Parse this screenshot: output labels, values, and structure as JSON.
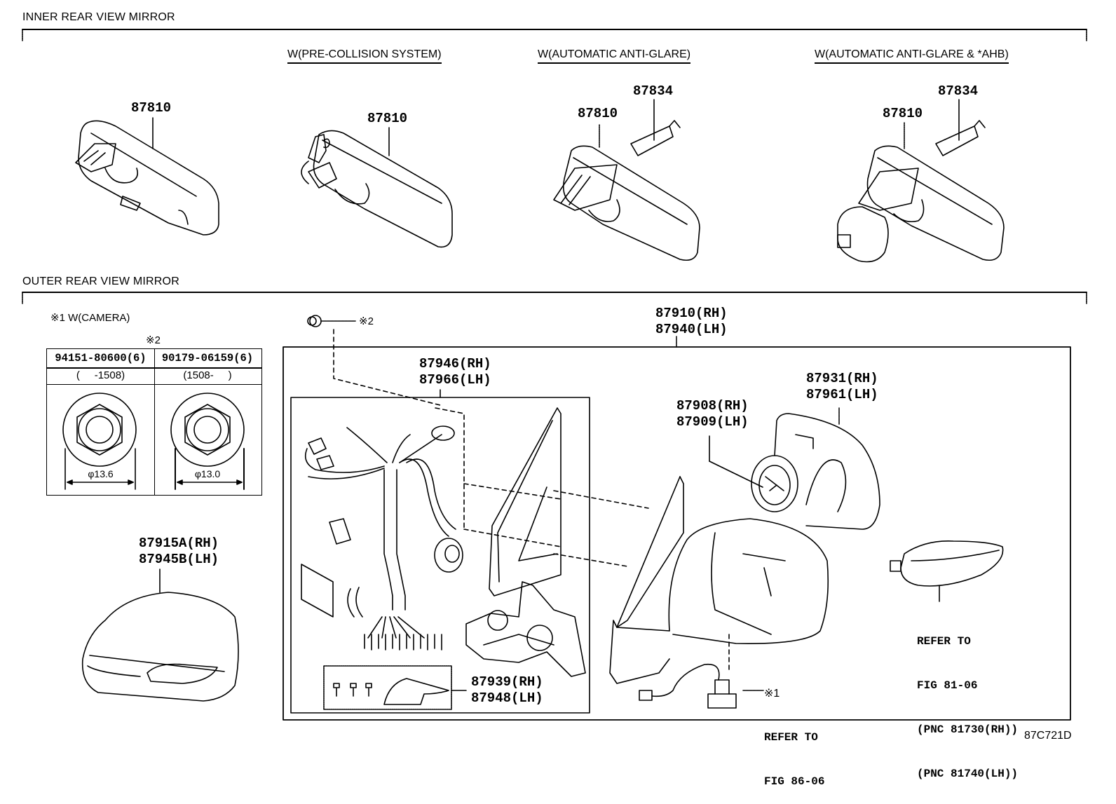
{
  "diagram_id": "87C721D",
  "sections": {
    "inner": {
      "title": "INNER REAR VIEW MIRROR"
    },
    "outer": {
      "title": "OUTER REAR VIEW MIRROR"
    }
  },
  "inner_variants": [
    {
      "label": "",
      "parts": [
        "87810"
      ]
    },
    {
      "label": "W(PRE-COLLISION SYSTEM)",
      "parts": [
        "87810"
      ]
    },
    {
      "label": "W(AUTOMATIC ANTI-GLARE)",
      "parts": [
        "87810",
        "87834"
      ]
    },
    {
      "label": "W(AUTOMATIC ANTI-GLARE & *AHB)",
      "parts": [
        "87810",
        "87834"
      ]
    }
  ],
  "outer": {
    "camera_note": "※1 W(CAMERA)",
    "fastener_ref": "※2",
    "fastener_table": [
      {
        "part": "94151-80600(6)",
        "range": "(     -1508)",
        "dimension": "φ13.6"
      },
      {
        "part": "90179-06159(6)",
        "range": "(1508-     )",
        "dimension": "φ13.0"
      }
    ],
    "clip_ref": "※2",
    "assembly": {
      "rh": "87910(RH)",
      "lh": "87940(LH)"
    },
    "harness": {
      "rh": "87946(RH)",
      "lh": "87966(LH)"
    },
    "actuator": {
      "rh": "87908(RH)",
      "lh": "87909(LH)"
    },
    "mirror_glass": {
      "rh": "87931(RH)",
      "lh": "87961(LH)"
    },
    "cover": {
      "rh": "87915A(RH)",
      "lh": "87945B(LH)"
    },
    "cover_kit": {
      "rh": "87939(RH)",
      "lh": "87948(LH)"
    },
    "turn_signal_ref": [
      "REFER TO",
      "FIG 81-06",
      "(PNC 81730(RH))",
      "(PNC 81740(LH))"
    ],
    "camera_ref": [
      "※1",
      "REFER TO",
      "FIG 86-06"
    ]
  }
}
